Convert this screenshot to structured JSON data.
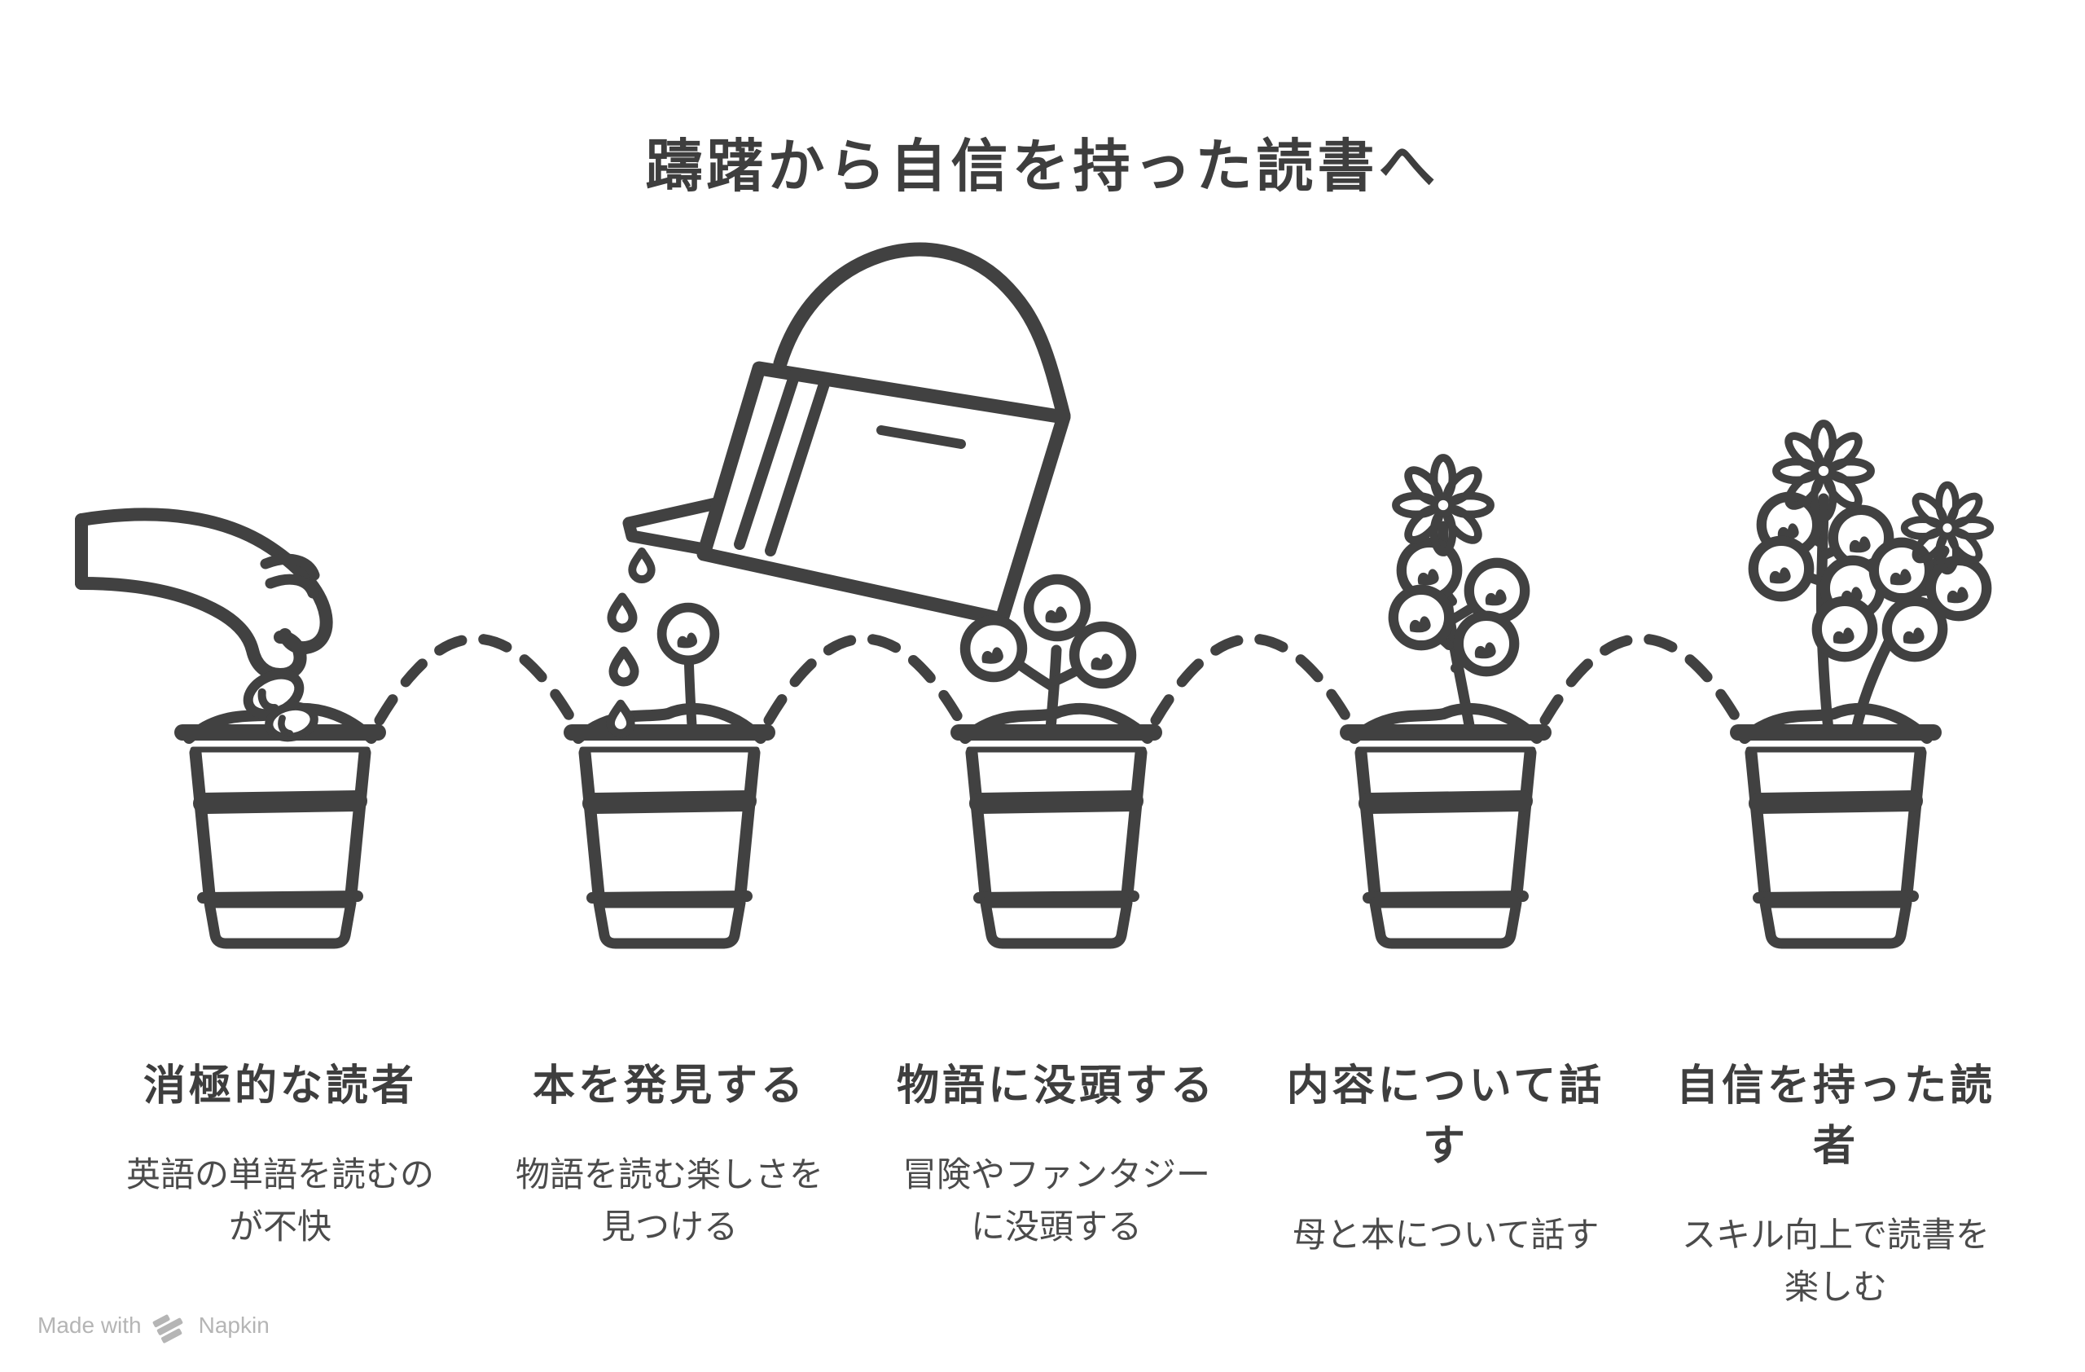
{
  "title": "躊躇から自信を持った読書へ",
  "stages": [
    {
      "label": "消極的な読者",
      "description": "英語の単語を読むの\nが不快"
    },
    {
      "label": "本を発見する",
      "description": "物語を読む楽しさを\n見つける"
    },
    {
      "label": "物語に没頭する",
      "description": "冒険やファンタジー\nに没頭する"
    },
    {
      "label": "内容について話\nす",
      "description": "母と本について話す"
    },
    {
      "label": "自信を持った読\n者",
      "description": "スキル向上で読書を\n楽しむ"
    }
  ],
  "footer": {
    "made_with": "Made with",
    "brand": "Napkin"
  },
  "icons": {
    "stage_illustrations": [
      "hand-planting-seed-icon",
      "watering-can-icon",
      "seedling-icon",
      "flowering-plant-icon",
      "blooming-plant-icon"
    ],
    "connector": "dashed-arc",
    "pot": "flower-pot-icon",
    "brand_logo": "napkin-logo-icon"
  },
  "colors": {
    "ink": "#414141",
    "heading": "#3e3e3e",
    "body_text": "#4b4b4b",
    "footer_text": "#b5b5b5",
    "background": "#ffffff"
  }
}
